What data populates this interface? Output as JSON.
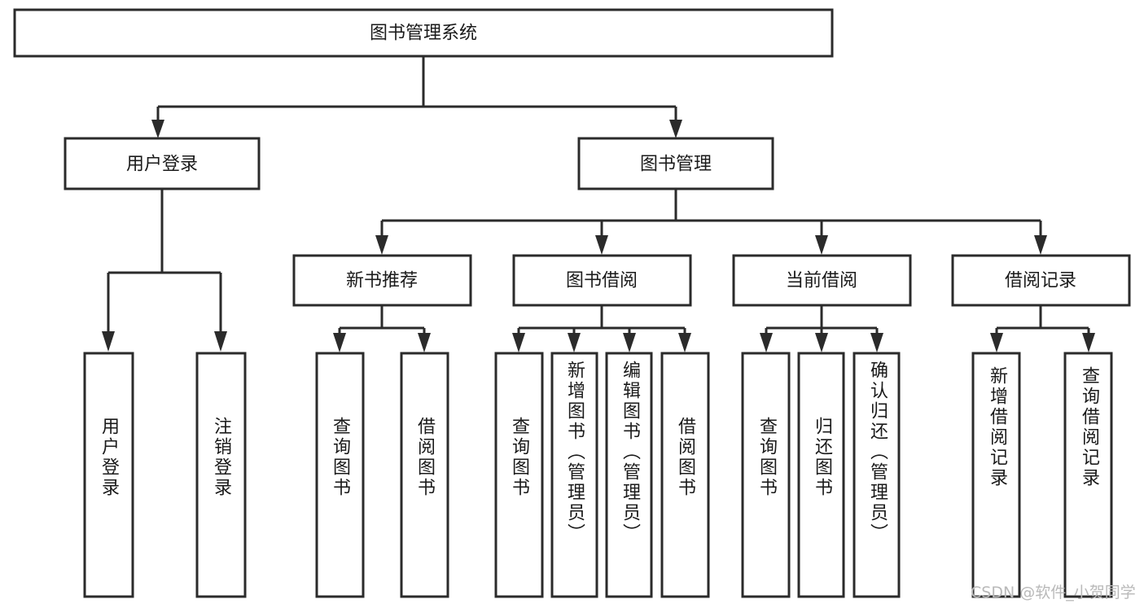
{
  "diagram": {
    "type": "tree-hierarchy",
    "title": "图书管理系统",
    "orientation": "top-down",
    "colors": {
      "box_fill": "#ffffff",
      "box_stroke": "#2b2b2b",
      "text": "#1a1a1a",
      "watermark": "#b9b9b9",
      "background": "#ffffff"
    },
    "root": {
      "label": "图书管理系统"
    },
    "level2": [
      {
        "label": "用户登录"
      },
      {
        "label": "图书管理"
      }
    ],
    "level3": [
      {
        "label": "新书推荐"
      },
      {
        "label": "图书借阅"
      },
      {
        "label": "当前借阅"
      },
      {
        "label": "借阅记录"
      }
    ],
    "leaves": {
      "user_login": [
        {
          "label": "用户登录"
        },
        {
          "label": "注销登录"
        }
      ],
      "new_book_recommend": [
        {
          "label": "查询图书"
        },
        {
          "label": "借阅图书"
        }
      ],
      "book_borrow": [
        {
          "label": "查询图书"
        },
        {
          "label": "新增图书（管理员）"
        },
        {
          "label": "编辑图书（管理员）"
        },
        {
          "label": "借阅图书"
        }
      ],
      "current_borrow": [
        {
          "label": "查询图书"
        },
        {
          "label": "归还图书"
        },
        {
          "label": "确认归还（管理员）"
        }
      ],
      "borrow_record": [
        {
          "label": "新增借阅记录"
        },
        {
          "label": "查询借阅记录"
        }
      ]
    }
  },
  "watermark": {
    "text": "CSDN @软件_小贺同学"
  }
}
